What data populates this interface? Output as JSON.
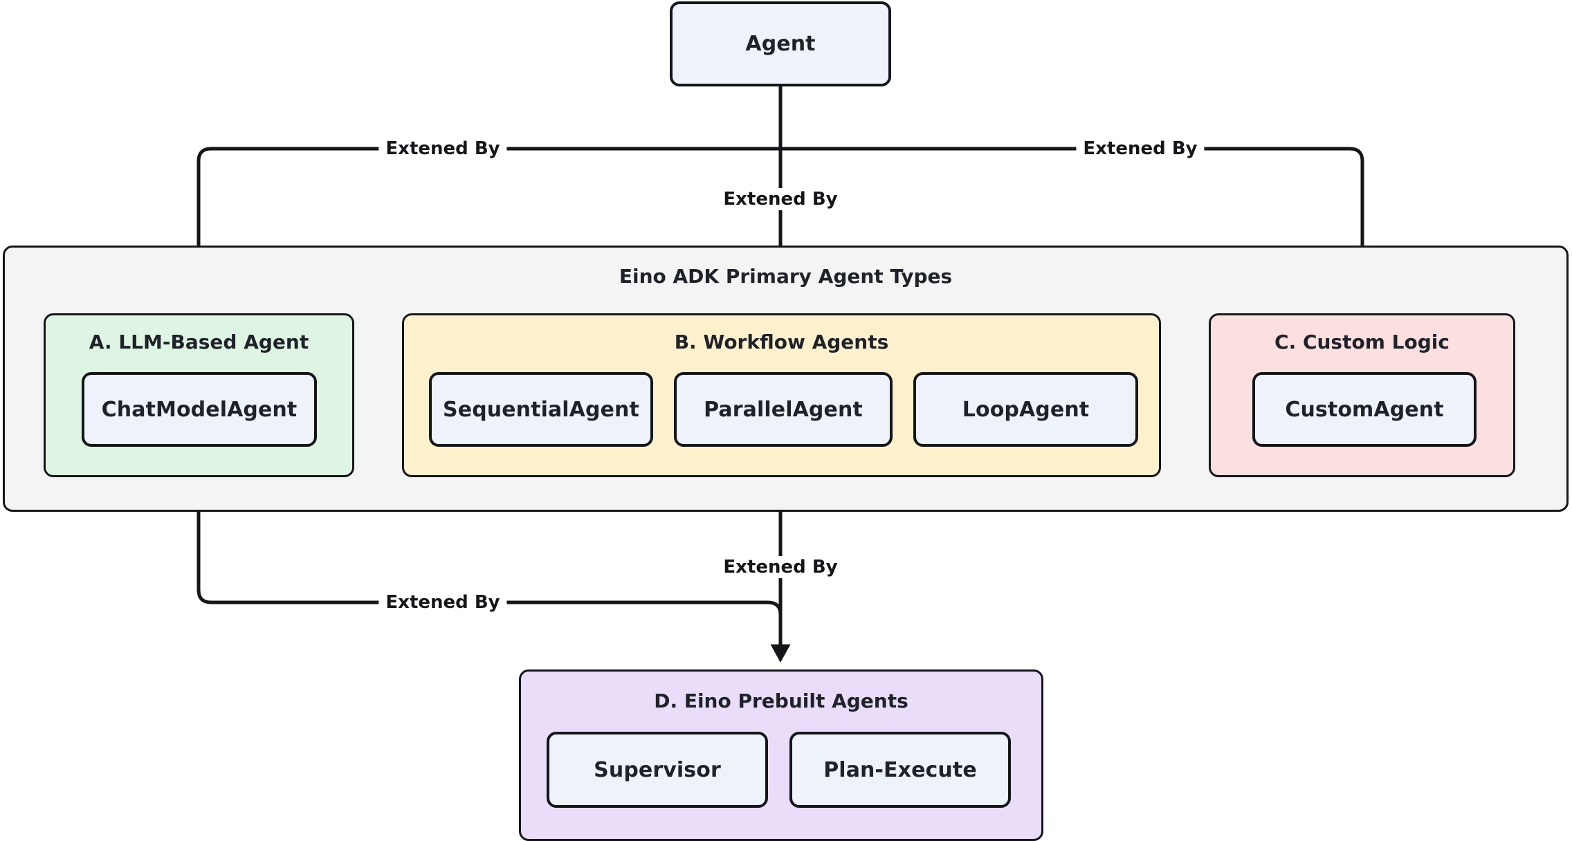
{
  "diagram": {
    "type": "hierarchy-flowchart",
    "root": {
      "id": "agent",
      "label": "Agent"
    },
    "container": {
      "id": "eino-adk-primary-agent-types",
      "title": "Eino ADK Primary Agent Types",
      "fill": "#f4f4f4",
      "stroke": "#14161a"
    },
    "groups": [
      {
        "id": "a-llm-based-agent",
        "title": "A. LLM-Based Agent",
        "fill": "#ddf5e2",
        "stroke": "#14161a",
        "nodes": [
          {
            "id": "chatmodelagent",
            "label": "ChatModelAgent"
          }
        ]
      },
      {
        "id": "b-workflow-agents",
        "title": "B. Workflow Agents",
        "fill": "#fdf1cd",
        "stroke": "#14161a",
        "nodes": [
          {
            "id": "sequentialagent",
            "label": "SequentialAgent"
          },
          {
            "id": "parallelagent",
            "label": "ParallelAgent"
          },
          {
            "id": "loopagent",
            "label": "LoopAgent"
          }
        ]
      },
      {
        "id": "c-custom-logic",
        "title": "C. Custom Logic",
        "fill": "#fcdfdf",
        "stroke": "#14161a",
        "nodes": [
          {
            "id": "customagent",
            "label": "CustomAgent"
          }
        ]
      },
      {
        "id": "d-eino-prebuilt-agents",
        "title": "D. Eino Prebuilt Agents",
        "fill": "#e9ddfa",
        "stroke": "#14161a",
        "nodes": [
          {
            "id": "supervisor",
            "label": "Supervisor"
          },
          {
            "id": "plan-execute",
            "label": "Plan-Execute"
          }
        ]
      }
    ],
    "edges": [
      {
        "id": "agent-to-a",
        "from": "agent",
        "to": "a-llm-based-agent",
        "label": "Extened By"
      },
      {
        "id": "agent-to-b",
        "from": "agent",
        "to": "b-workflow-agents",
        "label": "Extened By"
      },
      {
        "id": "agent-to-c",
        "from": "agent",
        "to": "c-custom-logic",
        "label": "Extened By"
      },
      {
        "id": "a-to-d",
        "from": "a-llm-based-agent",
        "to": "d-eino-prebuilt-agents",
        "label": "Extened By"
      },
      {
        "id": "b-to-d",
        "from": "b-workflow-agents",
        "to": "d-eino-prebuilt-agents",
        "label": "Extened By"
      }
    ],
    "node_fill": "#eef2fb",
    "node_stroke": "#14161a",
    "text_color": "#1f2229",
    "background": "#ffffff"
  }
}
